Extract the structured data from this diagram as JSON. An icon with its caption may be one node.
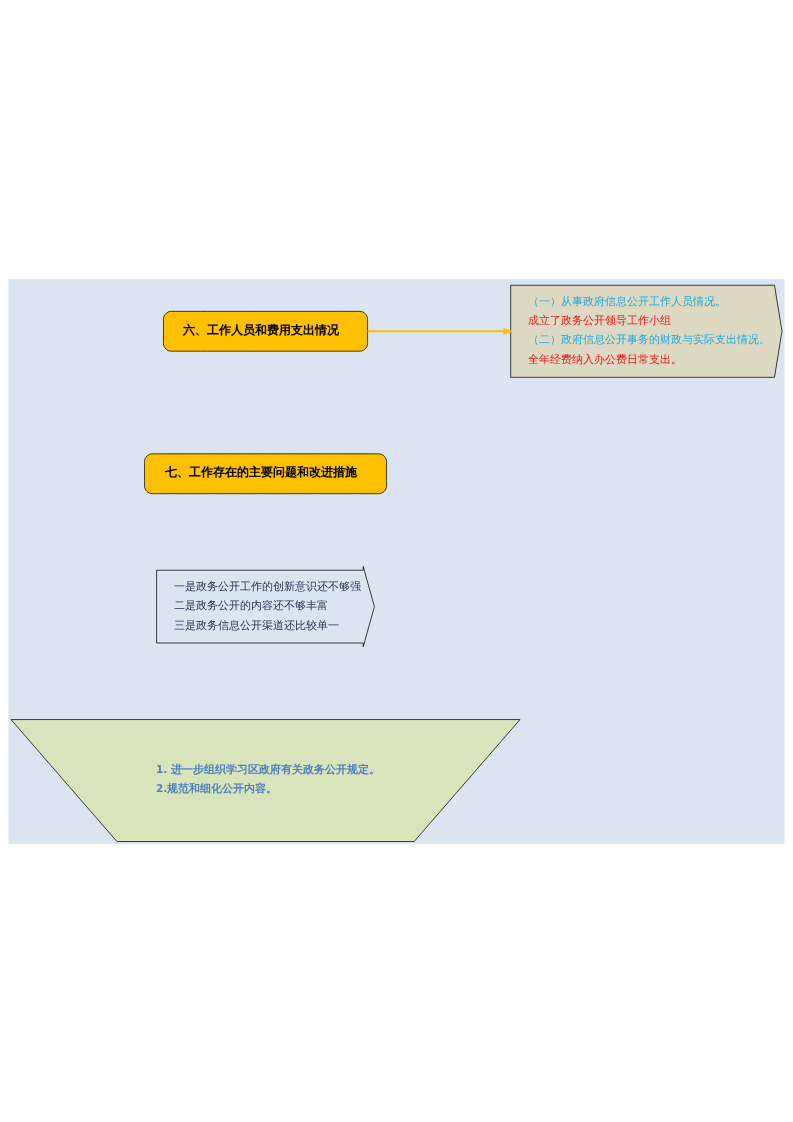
{
  "diagram": {
    "nodes": [
      {
        "text": [
          "六、工作人员和费用支出情况"
        ]
      },
      {
        "text": [
          "（一）从事政府信息公开工作人员情况。",
          "成立了政务公开领导工作小组",
          "（二）政府信息公开事务的财政与实际支出情况。",
          "全年经费纳入办公费日常支出。"
        ]
      },
      {
        "text": [
          "七、工作存在的主要问题和改进措施"
        ]
      },
      {
        "text": [
          "一是政务公开工作的创新意识还不够强",
          "二是政务公开的内容还不够丰富",
          "三是政务信息公开渠道还比较单一"
        ]
      },
      {
        "text": [
          "1. 进一步组织学习区政府有关政务公开规定。",
          "2.规范和细化公开内容。"
        ]
      }
    ],
    "edges": [
      {
        "from": 0,
        "to": 1,
        "arrow": "to",
        "color": "#ffc000"
      }
    ]
  }
}
